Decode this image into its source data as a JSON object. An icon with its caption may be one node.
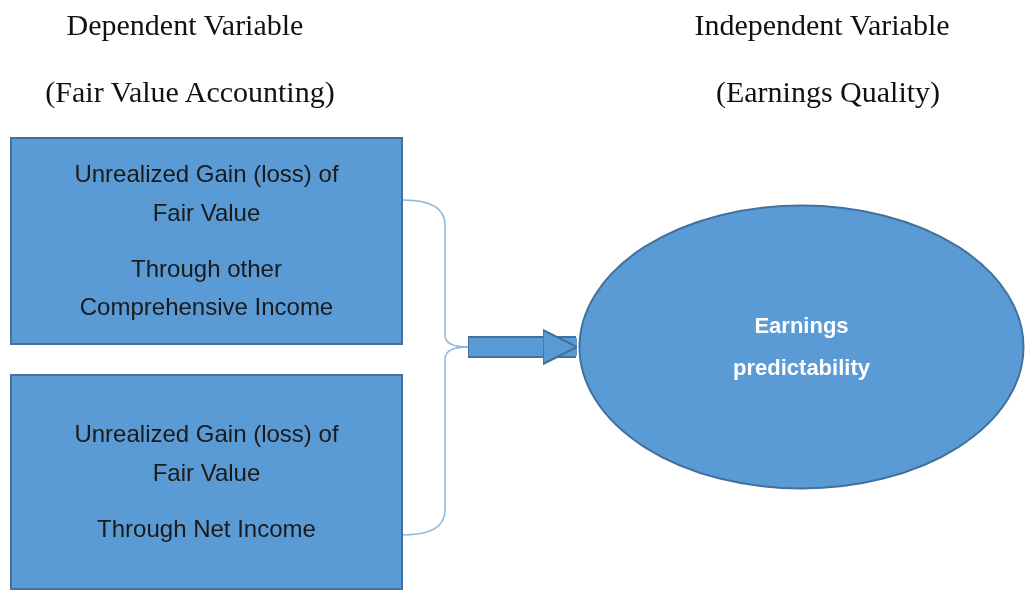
{
  "diagram": {
    "nodes": [
      {
        "text": [
          "Unrealized Gain (loss) of Fair Value",
          "Through other Comprehensive Income"
        ]
      },
      {
        "text": [
          "Unrealized Gain (loss) of Fair Value",
          "Through Net Income"
        ]
      },
      {
        "text": [
          "Earnings predictability"
        ]
      }
    ],
    "edges": [
      {
        "from": 0,
        "to": 2,
        "arrow": "to"
      },
      {
        "from": 1,
        "to": 2,
        "arrow": "to"
      }
    ],
    "labels": [
      "Dependent Variable",
      "Independent Variable",
      "(Fair Value Accounting)",
      "(Earnings Quality)"
    ]
  }
}
